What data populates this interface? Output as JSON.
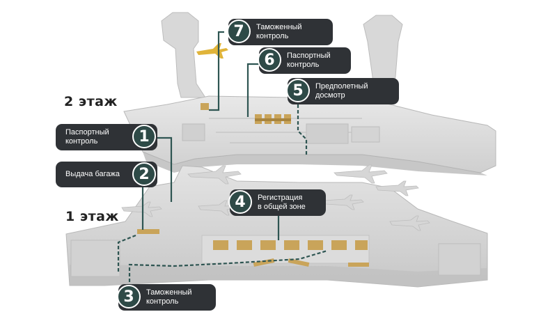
{
  "floors": {
    "upper": "2 этаж",
    "lower": "1 этаж"
  },
  "markers": [
    {
      "number": "7",
      "label": "Таможенный\nконтроль"
    },
    {
      "number": "6",
      "label": "Паспортный\nконтроль"
    },
    {
      "number": "5",
      "label": "Предполетный\nдосмотр"
    },
    {
      "number": "1",
      "label": "Паспортный\nконтроль"
    },
    {
      "number": "2",
      "label": "Выдача багажа"
    },
    {
      "number": "4",
      "label": "Регистрация\nв общей зоне"
    },
    {
      "number": "3",
      "label": "Таможенный\nконтроль"
    }
  ],
  "colors": {
    "badge": "#2e4a47",
    "pill": "#2f3236",
    "building": "#dcdcdc",
    "building_shade": "#bdbdbd",
    "route": "#2e5552",
    "counters": "#c9a45a",
    "plane": "#e0b43a"
  },
  "icons": [
    "airplane-icon"
  ]
}
